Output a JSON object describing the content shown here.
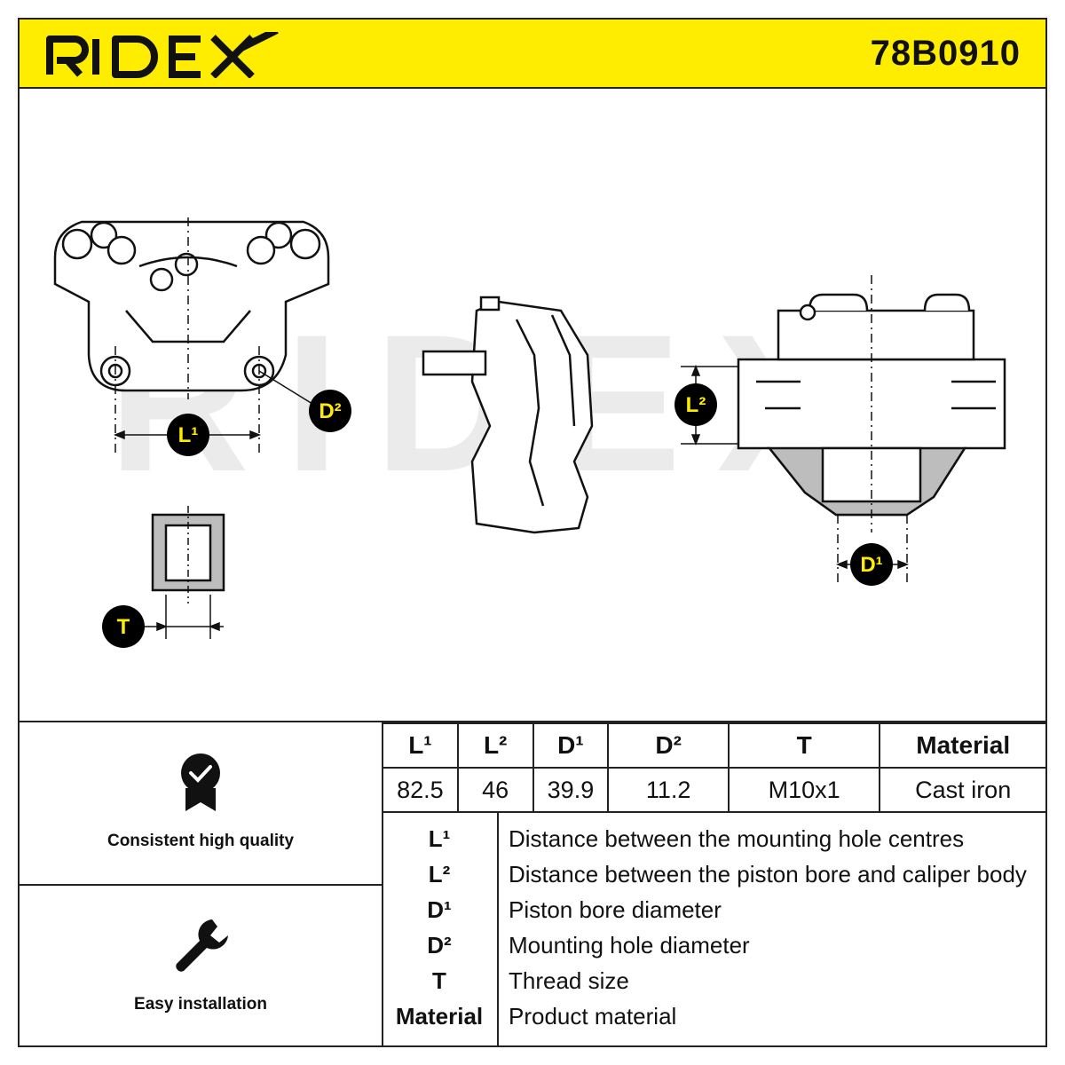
{
  "header": {
    "brand": "RIDEX",
    "part_number": "78B0910"
  },
  "drawing": {
    "watermark": "RIDEX",
    "labels": {
      "l1": "L¹",
      "l2": "L²",
      "d1": "D¹",
      "d2": "D²",
      "t": "T"
    }
  },
  "features": [
    {
      "icon": "quality-badge-icon",
      "label": "Consistent high quality"
    },
    {
      "icon": "wrench-icon",
      "label": "Easy installation"
    }
  ],
  "specs": {
    "headers": [
      "L¹",
      "L²",
      "D¹",
      "D²",
      "T",
      "Material"
    ],
    "values": [
      "82.5",
      "46",
      "39.9",
      "11.2",
      "M10x1",
      "Cast iron"
    ]
  },
  "legend": [
    {
      "key": "L¹",
      "desc": "Distance between the mounting hole centres"
    },
    {
      "key": "L²",
      "desc": "Distance between the piston bore and caliper body"
    },
    {
      "key": "D¹",
      "desc": "Piston bore diameter"
    },
    {
      "key": "D²",
      "desc": "Mounting hole diameter"
    },
    {
      "key": "T",
      "desc": "Thread size"
    },
    {
      "key": "Material",
      "desc": "Product material"
    }
  ],
  "colors": {
    "brand_yellow": "#ffed00",
    "ink": "#111111"
  }
}
